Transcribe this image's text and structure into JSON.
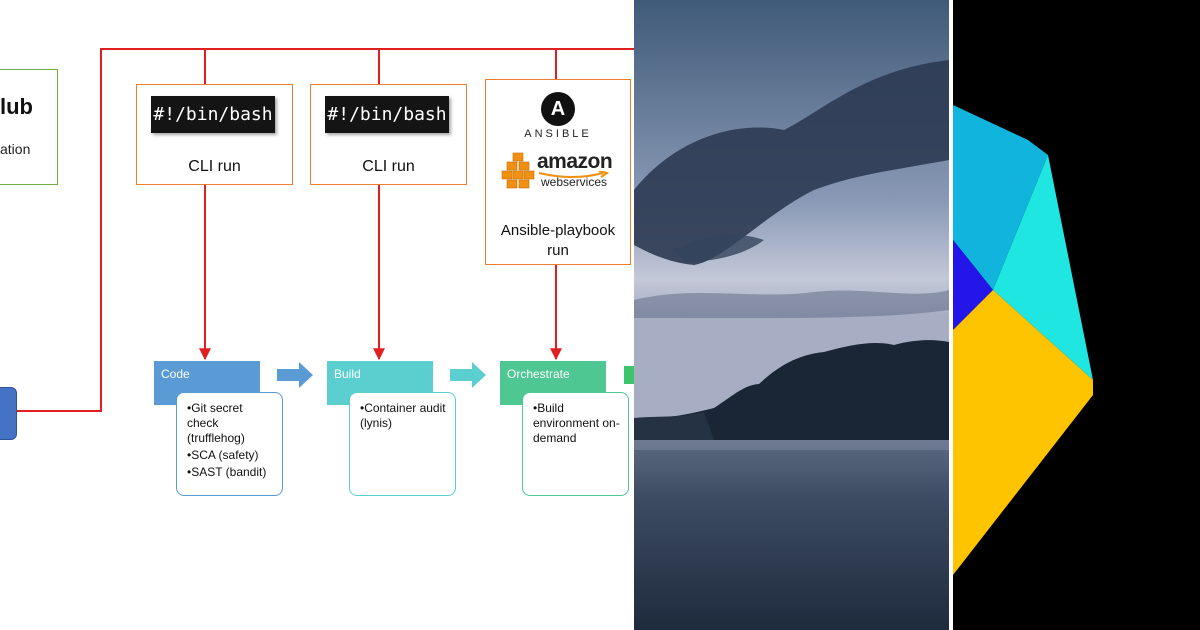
{
  "diagram": {
    "source": {
      "title": "lub",
      "subtitle": "ation"
    },
    "tools": [
      {
        "code": "#!/bin/bash",
        "label": "CLI run"
      },
      {
        "code": "#!/bin/bash",
        "label": "CLI run"
      },
      {
        "logo_top": "ANSIBLE",
        "logo_mark": "A",
        "logo_bottom_word": "amazon",
        "logo_bottom_sub": "webservices",
        "label_line1": "Ansible-playbook",
        "label_line2": "run"
      }
    ],
    "stages": [
      {
        "name": "Code",
        "items": [
          "•Git secret check (trufflehog)",
          "•SCA (safety)",
          "•SAST (bandit)"
        ]
      },
      {
        "name": "Build",
        "items": [
          "•Container audit (lynis)"
        ]
      },
      {
        "name": "Orchestrate",
        "items": [
          "•Build environment on-demand"
        ]
      }
    ],
    "colors": {
      "wire": "#e02020",
      "tool_border": "#ed7d31",
      "code": "#5b9bd5",
      "build": "#5bcfcf",
      "orchestrate": "#4ec793"
    }
  },
  "logo": {
    "colors": [
      "#10b4dc",
      "#1fe6e0",
      "#2416e8",
      "#ffc400"
    ]
  }
}
